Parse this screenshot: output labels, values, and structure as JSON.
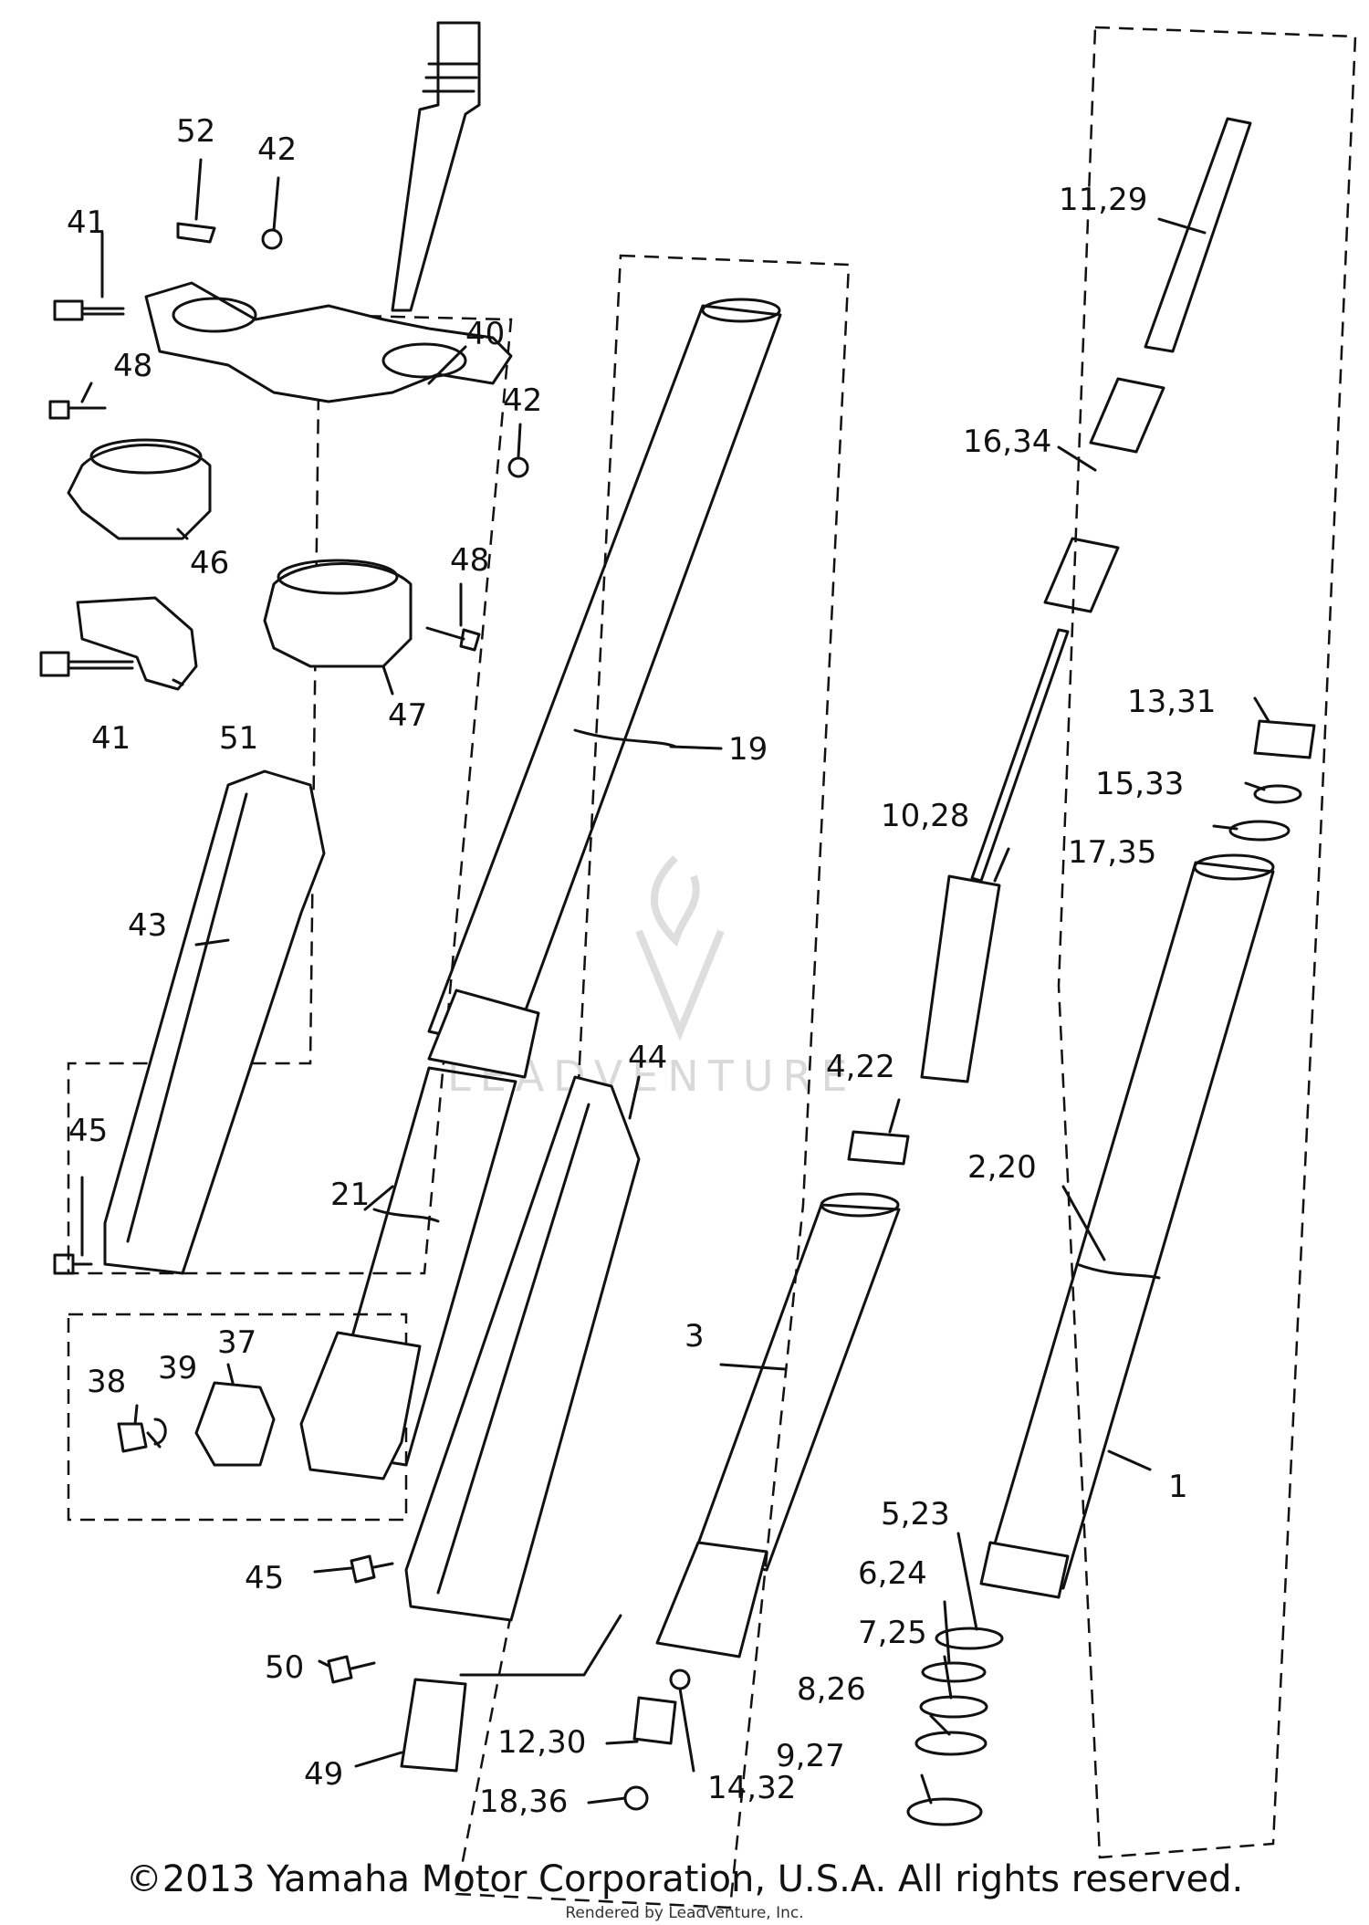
{
  "diagram": {
    "callouts": [
      "52",
      "42",
      "41",
      "40",
      "48",
      "42",
      "46",
      "48",
      "47",
      "41",
      "51",
      "19",
      "43",
      "45",
      "21",
      "44",
      "37",
      "39",
      "38",
      "45",
      "50",
      "49",
      "11,29",
      "16,34",
      "13,31",
      "15,33",
      "17,35",
      "10,28",
      "4,22",
      "2,20",
      "3",
      "1",
      "5,23",
      "6,24",
      "7,25",
      "8,26",
      "9,27",
      "12,30",
      "14,32",
      "18,36"
    ],
    "watermark": "LEADVENTURE",
    "watermark_icon": "flame-v-logo"
  },
  "footer": {
    "copyright": "©2013 Yamaha Motor Corporation, U.S.A. All rights reserved.",
    "rendered_by": "Rendered by LeadVenture, Inc."
  }
}
